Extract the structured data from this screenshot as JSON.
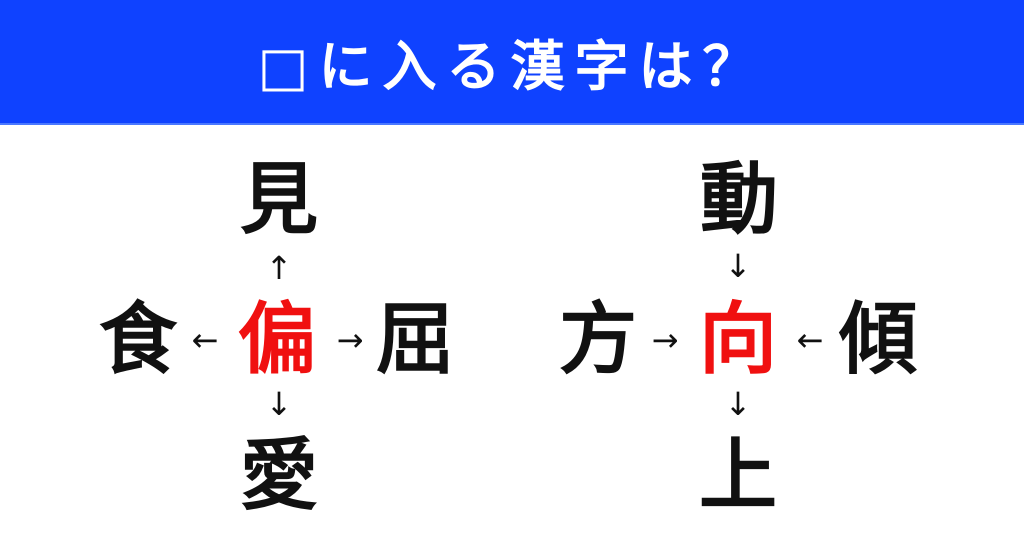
{
  "header": {
    "title": "□に入る漢字は？",
    "background": "#0f42ff"
  },
  "puzzles": [
    {
      "answer": "偏",
      "top": "見",
      "left": "食",
      "right": "屈",
      "bottom": "愛",
      "arrows": {
        "top": "↑",
        "left": "←",
        "right": "→",
        "bottom": "↓"
      }
    },
    {
      "answer": "向",
      "top": "動",
      "left": "方",
      "right": "傾",
      "bottom": "上",
      "arrows": {
        "top": "↓",
        "left": "→",
        "right": "←",
        "bottom": "↓"
      }
    }
  ],
  "colors": {
    "answer": "#f01010",
    "text": "#111111"
  }
}
